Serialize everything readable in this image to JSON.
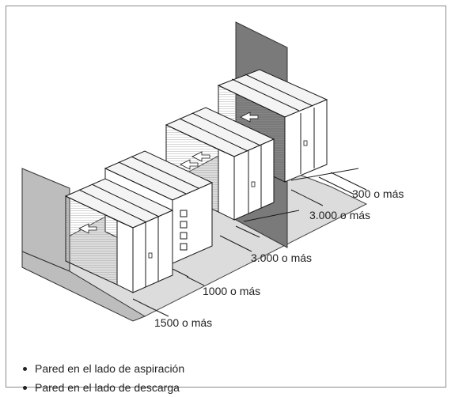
{
  "dimensions": [
    {
      "id": "d300",
      "label": "300 o más"
    },
    {
      "id": "d3000a",
      "label": "3.000 o más"
    },
    {
      "id": "d3000b",
      "label": "3.000 o más"
    },
    {
      "id": "d1000",
      "label": "1000 o más"
    },
    {
      "id": "d1500",
      "label": "1500 o más"
    }
  ],
  "legend": [
    "Pared en el lado de aspiración",
    "Pared en el lado de descarga"
  ],
  "colors": {
    "wall_gray": "#bdbdbd",
    "wall_dark": "#7a7a7a",
    "floor_gray": "#dcdcdc",
    "outline": "#1a1a1a"
  }
}
